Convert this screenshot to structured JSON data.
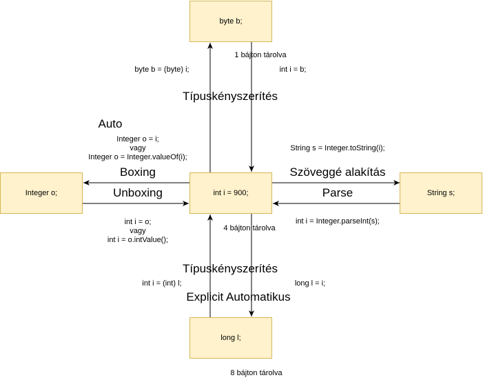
{
  "nodes": {
    "byte": "byte b;",
    "int": "int i = 900;",
    "integer": "Integer o;",
    "string": "String s;",
    "long": "long l;"
  },
  "labels": {
    "byte_storage": "1 bájton tárolva",
    "int_storage": "4 bájton tárolva",
    "long_storage": "8 bájton tárolva",
    "cast_to_byte": "byte b = (byte) i;",
    "byte_to_int": "int i = b;",
    "cast_to_int": "int i = (int) l;",
    "int_to_long": "long l = i;",
    "boxing_code": [
      "Integer o = i;",
      "vagy",
      "Integer o = Integer.valueOf(i);"
    ],
    "unboxing_code": [
      "int i = o;",
      "vagy",
      "int i = o.intValue();"
    ],
    "to_string_code": "String s = Integer.toString(i);",
    "parse_code": "int i = Integer.parseInt(s);"
  },
  "headings": {
    "tipus_top": "Típuskényszerítés",
    "tipus_bottom": "Típuskényszerítés",
    "auto": "Auto",
    "boxing": "Boxing",
    "unboxing": "Unboxing",
    "szovegge": "Szöveggé alakítás",
    "parse": "Parse",
    "explicit_auto": "Explicit Automatikus"
  }
}
